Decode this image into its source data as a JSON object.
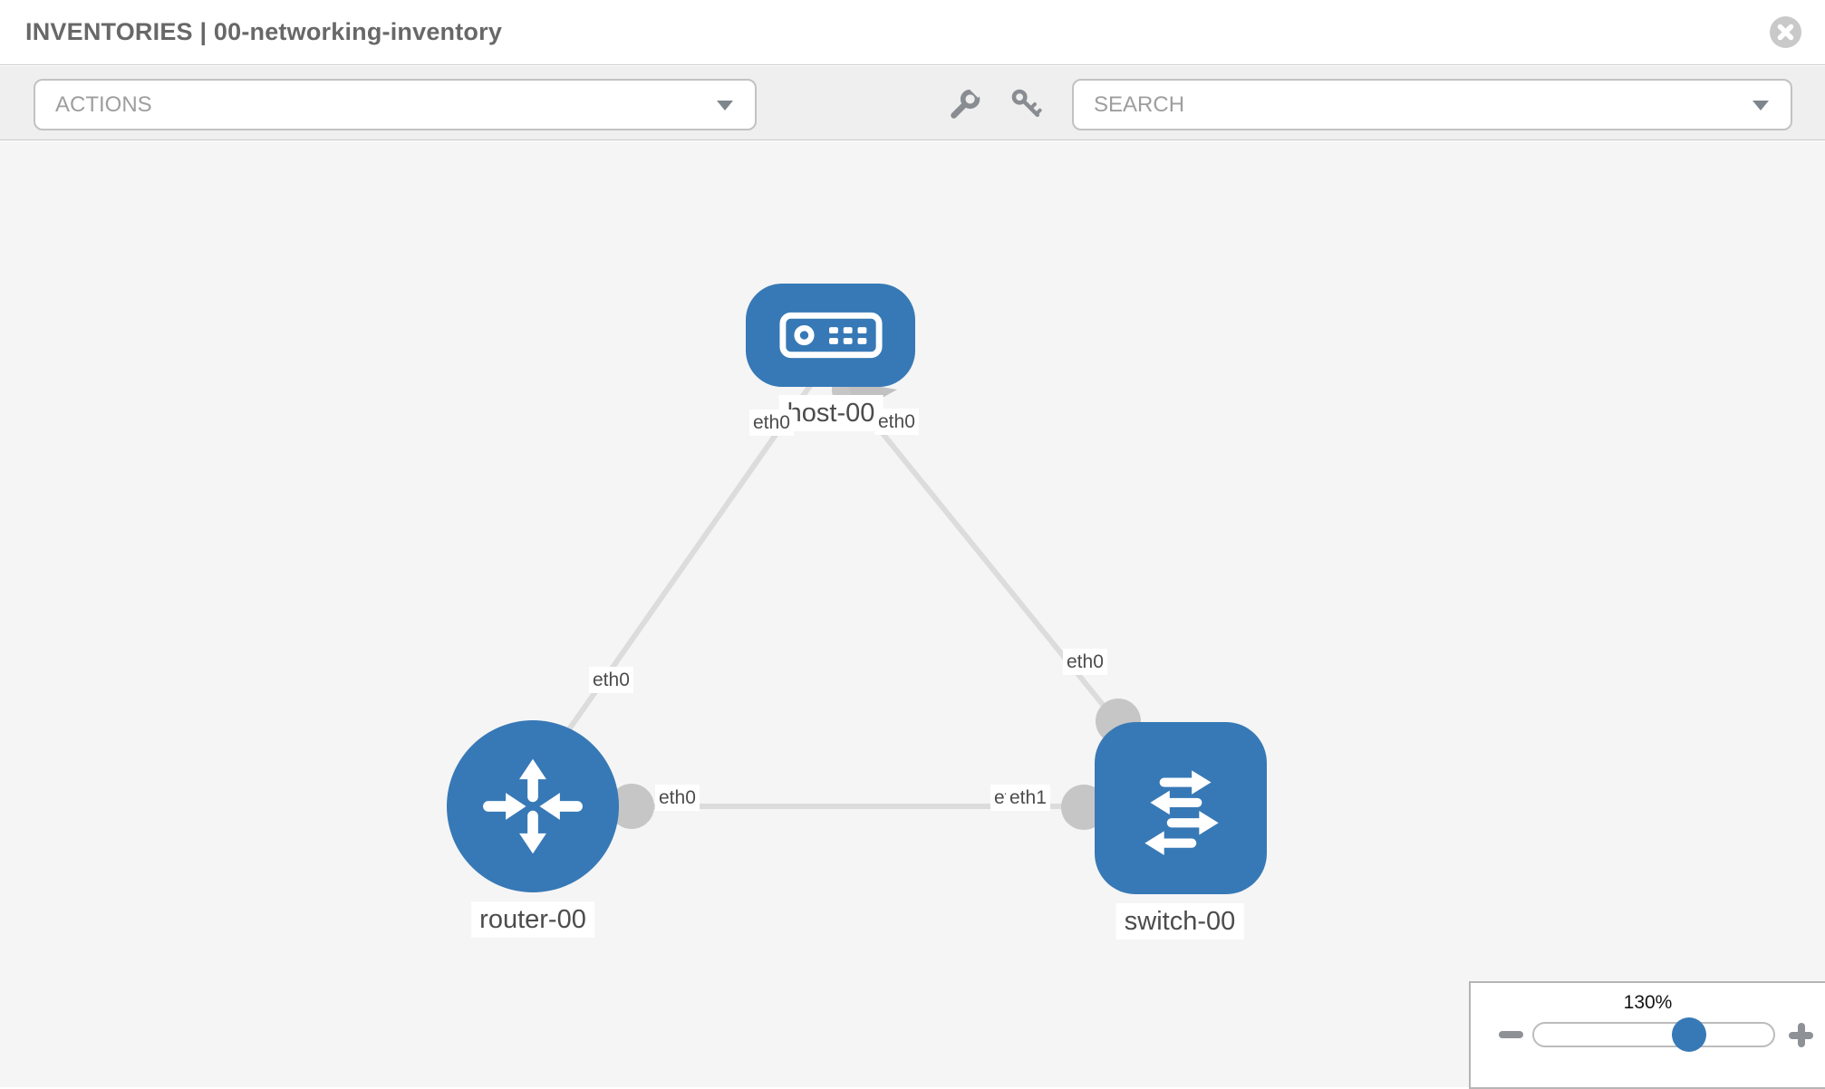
{
  "header": {
    "title": "INVENTORIES | 00-networking-inventory",
    "close_icon": "x-circle"
  },
  "toolbar": {
    "actions_label": "ACTIONS",
    "search_placeholder": "SEARCH",
    "tool_icons": [
      "wrench",
      "key"
    ]
  },
  "topology": {
    "nodes": [
      {
        "id": "host-00",
        "type": "host",
        "label": "host-00",
        "icon": "host-icon"
      },
      {
        "id": "router-00",
        "type": "router",
        "label": "router-00",
        "icon": "router-icon"
      },
      {
        "id": "switch-00",
        "type": "switch",
        "label": "switch-00",
        "icon": "switch-icon"
      }
    ],
    "links": [
      {
        "from": "host-00",
        "to": "router-00",
        "from_interface": "eth0",
        "to_interface": "eth0"
      },
      {
        "from": "host-00",
        "to": "switch-00",
        "from_interface": "eth0",
        "to_interface": "eth0"
      },
      {
        "from": "router-00",
        "to": "switch-00",
        "from_interface": "eth0",
        "to_interface": "eth1",
        "to_interface_overlapped": "eth0"
      }
    ]
  },
  "zoom_control": {
    "level": "130%",
    "minus_icon": "minus",
    "plus_icon": "plus"
  },
  "colors": {
    "node_blue": "#3779b6",
    "link_gray": "#dcdcdc",
    "interface_gray": "#c6c6c6",
    "toolbar_bg": "#efefef",
    "canvas_bg": "#f5f5f5"
  }
}
